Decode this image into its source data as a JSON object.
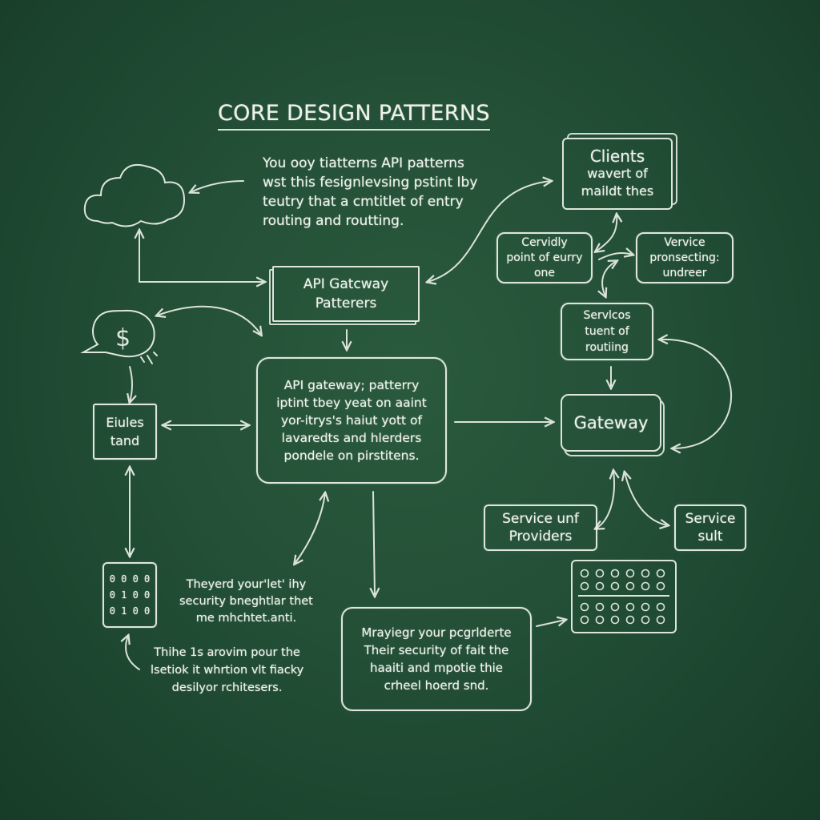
{
  "title": "CORE DESIGN PATTERNS",
  "intro": {
    "lines": [
      "You ooy tiatterns API patterns",
      "wst this fesignlevsing pstint Iby",
      "teutry that a cmtitlet of entry",
      "routing and routting."
    ]
  },
  "nodes": {
    "clients": {
      "lines": [
        "Clients",
        "wavert of",
        "maildt thes"
      ]
    },
    "centrally": {
      "lines": [
        "Cervidly",
        "point of eurry",
        "one"
      ]
    },
    "service_processing": {
      "lines": [
        "Vervice",
        "pronsecting:",
        "undreer"
      ]
    },
    "services_routing": {
      "lines": [
        "Servlcos",
        "tuent of",
        "routiing"
      ]
    },
    "api_gateway_patterns": {
      "lines": [
        "API Gatcway",
        "Patterers"
      ]
    },
    "center": {
      "lines": [
        "API gateway; patterry",
        "iptint tbey yeat on aaint",
        "yor-itrys's haiut yott of",
        "lavaredts and hlerders",
        "pondele on pirstitens."
      ]
    },
    "gateway": {
      "lines": [
        "Gateway"
      ]
    },
    "eiules": {
      "lines": [
        "Eiules",
        "tand"
      ]
    },
    "service_providers": {
      "lines": [
        "Service unf",
        "Providers"
      ]
    },
    "service_sult": {
      "lines": [
        "Service",
        "sult"
      ]
    },
    "bottom_box": {
      "lines": [
        "Mrayiegr your pcgrlderte",
        "Their security of fait the",
        "haaiti and mpotie thie",
        "crheel hoerd snd."
      ]
    }
  },
  "notes": {
    "security": {
      "lines": [
        "Theyerd your'let' ihy",
        "security bneghtlar thet",
        "me mhchtet.anti."
      ]
    },
    "bottom_left": {
      "lines": [
        "Thihe 1s arovim pour the",
        "lsetiok it whrtion vlt fiacky",
        "desilyor rchitesers."
      ]
    }
  },
  "keypad": {
    "rows": [
      "0 0 0 0",
      "0 1 0 0",
      "0 1 0 0"
    ]
  },
  "icons": [
    "cloud-icon",
    "dollar-speech-bubble-icon",
    "server-grid-icon",
    "keypad-icon"
  ],
  "colors": {
    "board": "#234f36",
    "chalk": "#eef2ea"
  }
}
